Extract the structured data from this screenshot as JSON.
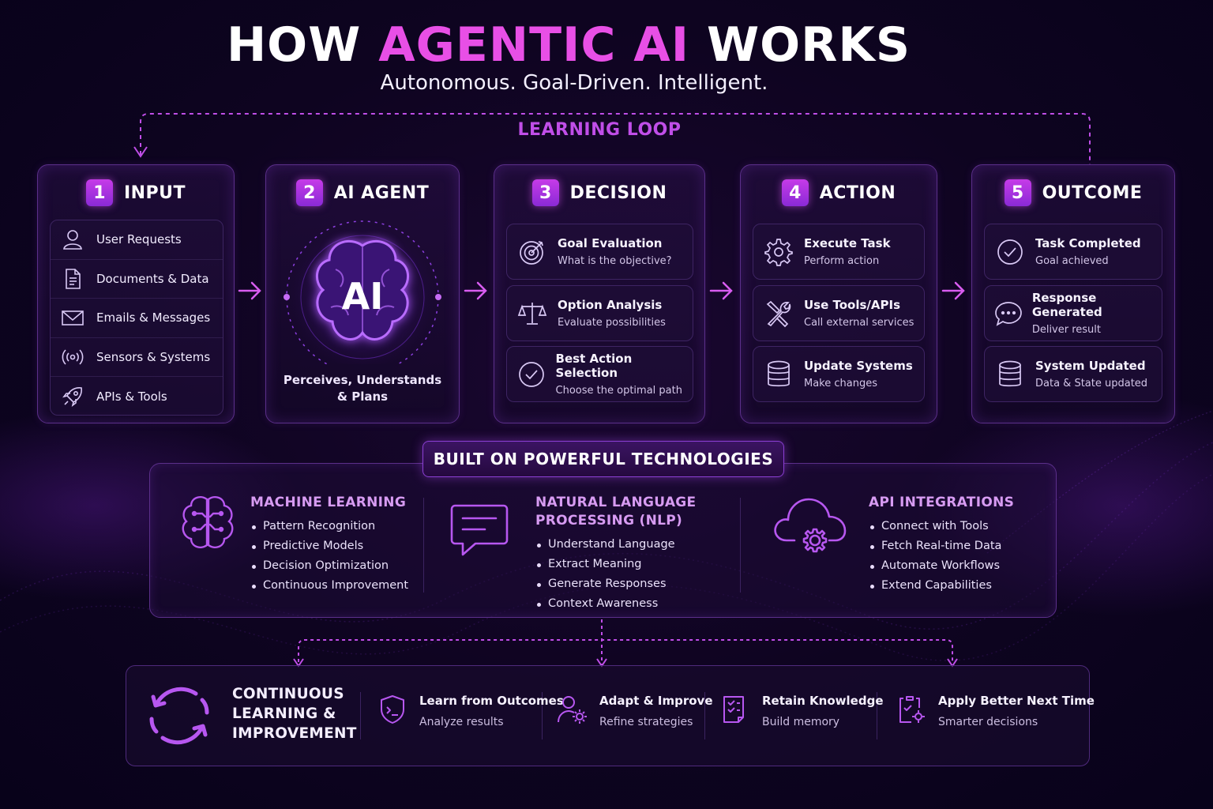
{
  "header": {
    "title_prefix": "HOW ",
    "title_accent": "AGENTIC AI",
    "title_suffix": " WORKS",
    "subtitle": "Autonomous. Goal-Driven. Intelligent.",
    "loop_label": "LEARNING LOOP"
  },
  "stages": {
    "input": {
      "number": "1",
      "title": "INPUT",
      "items": [
        {
          "label": "User Requests",
          "icon": "user-icon"
        },
        {
          "label": "Documents & Data",
          "icon": "document-icon"
        },
        {
          "label": "Emails & Messages",
          "icon": "mail-icon"
        },
        {
          "label": "Sensors & Systems",
          "icon": "sensor-icon"
        },
        {
          "label": "APIs & Tools",
          "icon": "rocket-icon"
        }
      ]
    },
    "agent": {
      "number": "2",
      "title": "AI AGENT",
      "badge": "AI",
      "caption_line1": "Perceives, Understands",
      "caption_line2": "& Plans"
    },
    "decision": {
      "number": "3",
      "title": "DECISION",
      "items": [
        {
          "title": "Goal Evaluation",
          "desc": "What is the objective?",
          "icon": "target-icon"
        },
        {
          "title": "Option Analysis",
          "desc": "Evaluate possibilities",
          "icon": "scale-icon"
        },
        {
          "title": "Best Action Selection",
          "desc": "Choose the optimal path",
          "icon": "check-circle-icon"
        }
      ]
    },
    "action": {
      "number": "4",
      "title": "ACTION",
      "items": [
        {
          "title": "Execute Task",
          "desc": "Perform action",
          "icon": "gear-icon"
        },
        {
          "title": "Use Tools/APIs",
          "desc": "Call external services",
          "icon": "tools-icon"
        },
        {
          "title": "Update Systems",
          "desc": "Make changes",
          "icon": "database-icon"
        }
      ]
    },
    "outcome": {
      "number": "5",
      "title": "OUTCOME",
      "items": [
        {
          "title": "Task Completed",
          "desc": "Goal achieved",
          "icon": "check-circle-icon"
        },
        {
          "title": "Response Generated",
          "desc": "Deliver result",
          "icon": "chat-icon"
        },
        {
          "title": "System Updated",
          "desc": "Data & State updated",
          "icon": "database-icon"
        }
      ]
    }
  },
  "technologies": {
    "badge": "BUILT ON POWERFUL TECHNOLOGIES",
    "columns": [
      {
        "title_line1": "MACHINE LEARNING",
        "title_line2": "",
        "icon": "brain-icon",
        "items": [
          "Pattern Recognition",
          "Predictive Models",
          "Decision Optimization",
          "Continuous Improvement"
        ]
      },
      {
        "title_line1": "NATURAL LANGUAGE",
        "title_line2": "PROCESSING (NLP)",
        "icon": "chat-bubble-icon",
        "items": [
          "Understand Language",
          "Extract Meaning",
          "Generate Responses",
          "Context Awareness"
        ]
      },
      {
        "title_line1": "API INTEGRATIONS",
        "title_line2": "",
        "icon": "cloud-gear-icon",
        "items": [
          "Connect with Tools",
          "Fetch Real-time Data",
          "Automate Workflows",
          "Extend Capabilities"
        ]
      }
    ]
  },
  "continuous": {
    "title_line1": "CONTINUOUS",
    "title_line2": "LEARNING &",
    "title_line3": "IMPROVEMENT",
    "items": [
      {
        "title": "Learn from Outcomes",
        "desc": "Analyze results",
        "icon": "shield-learn-icon"
      },
      {
        "title": "Adapt & Improve",
        "desc": "Refine strategies",
        "icon": "person-gear-icon"
      },
      {
        "title": "Retain Knowledge",
        "desc": "Build memory",
        "icon": "stack-check-icon"
      },
      {
        "title": "Apply Better Next Time",
        "desc": "Smarter decisions",
        "icon": "clipboard-gear-icon"
      }
    ]
  },
  "colors": {
    "accent": "#e84fe6",
    "purple": "#a84de8",
    "border": "#5b2f8a",
    "background": "#0e0420"
  }
}
